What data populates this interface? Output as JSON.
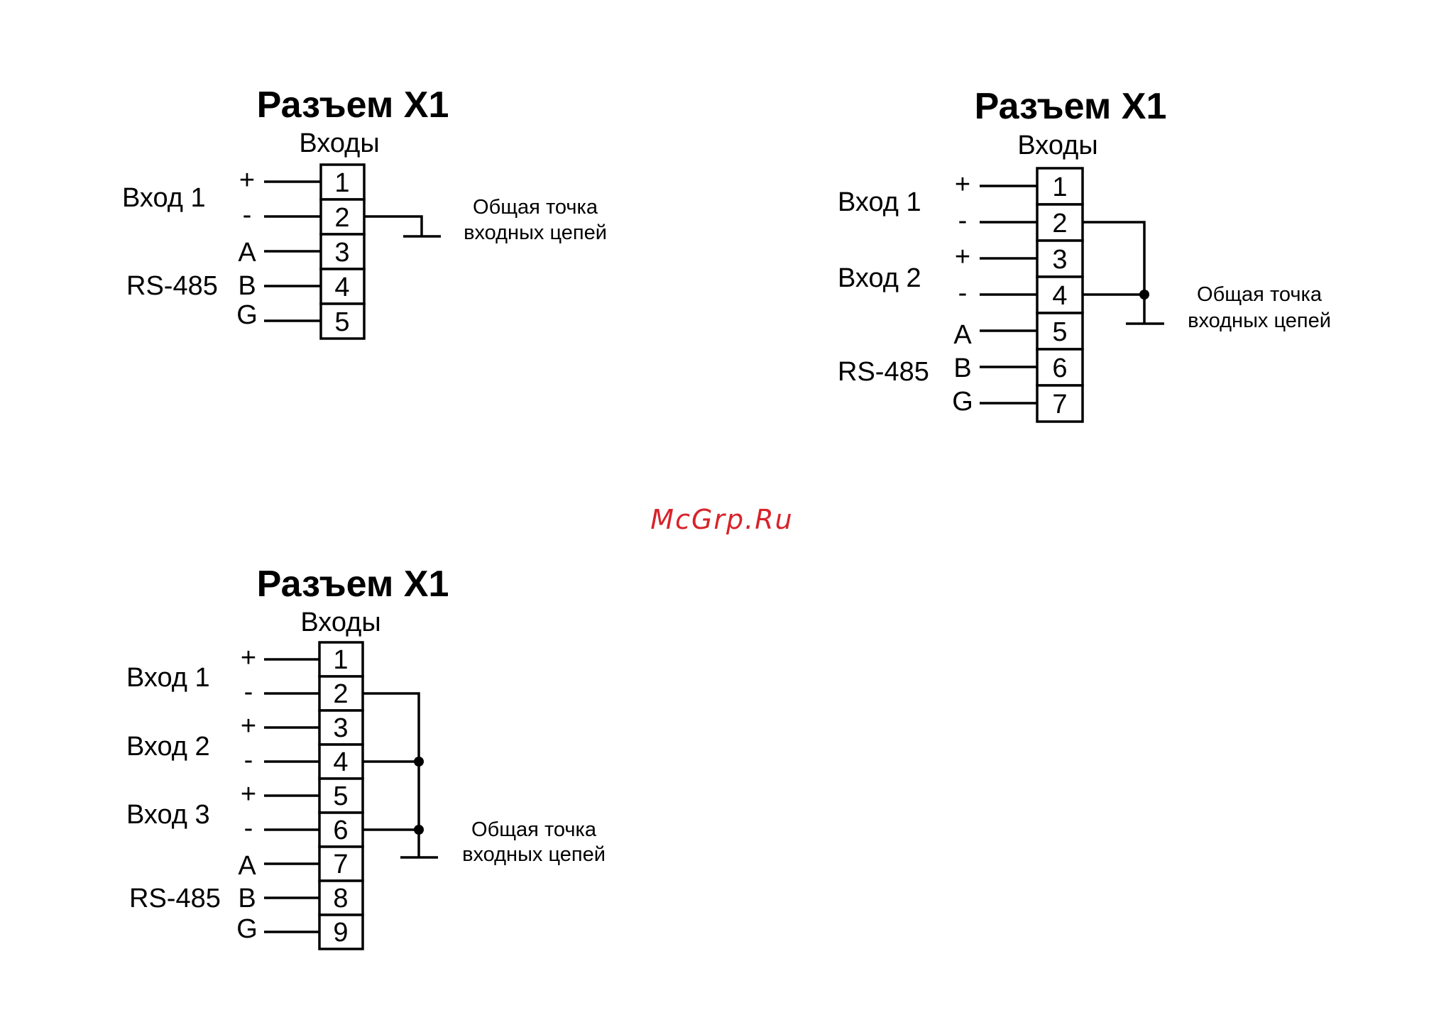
{
  "watermark": "McGrp.Ru",
  "diagrams": [
    {
      "title": "Разъем X1",
      "subtitle": "Входы",
      "pins": [
        "1",
        "2",
        "3",
        "4",
        "5"
      ],
      "signals": [
        "+",
        "-",
        "A",
        "B",
        "G"
      ],
      "groups": [
        "Вход 1",
        "RS-485"
      ],
      "note": [
        "Общая точка",
        "входных цепей"
      ]
    },
    {
      "title": "Разъем X1",
      "subtitle": "Входы",
      "pins": [
        "1",
        "2",
        "3",
        "4",
        "5",
        "6",
        "7"
      ],
      "signals": [
        "+",
        "-",
        "+",
        "-",
        "A",
        "B",
        "G"
      ],
      "groups": [
        "Вход 1",
        "Вход 2",
        "RS-485"
      ],
      "note": [
        "Общая точка",
        "входных цепей"
      ]
    },
    {
      "title": "Разъем X1",
      "subtitle": "Входы",
      "pins": [
        "1",
        "2",
        "3",
        "4",
        "5",
        "6",
        "7",
        "8",
        "9"
      ],
      "signals": [
        "+",
        "-",
        "+",
        "-",
        "+",
        "-",
        "A",
        "B",
        "G"
      ],
      "groups": [
        "Вход 1",
        "Вход 2",
        "Вход 3",
        "RS-485"
      ],
      "note": [
        "Общая точка",
        "входных цепей"
      ]
    }
  ]
}
